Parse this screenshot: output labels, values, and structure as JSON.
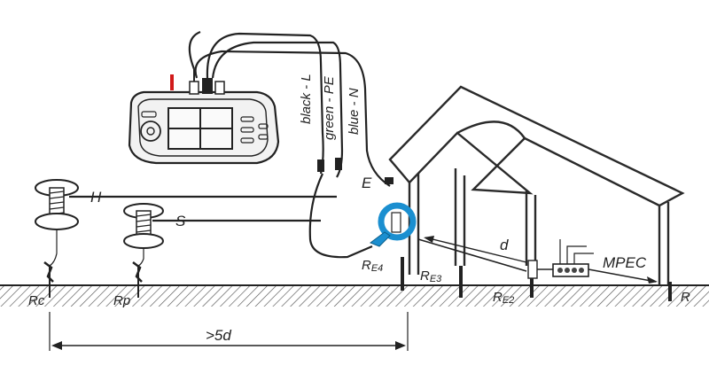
{
  "labels": {
    "wire_black": "black - L",
    "wire_green": "green - PE",
    "wire_blue": "blue - N",
    "terminal_e": "E",
    "probe_h": "H",
    "probe_s": "S",
    "rc": "Rc",
    "rp": "Rp",
    "re4_main": "R",
    "re4_sub": "E4",
    "re3_main": "R",
    "re3_sub": "E3",
    "re2_main": "R",
    "re2_sub": "E2",
    "distance_d": "d",
    "mpec": "MPEC",
    "ground_right": "R",
    "distance_5d": ">5d"
  },
  "colors": {
    "red_plug": "#d11a1a",
    "clamp_blue": "#1b8fd0",
    "line": "#222222"
  }
}
